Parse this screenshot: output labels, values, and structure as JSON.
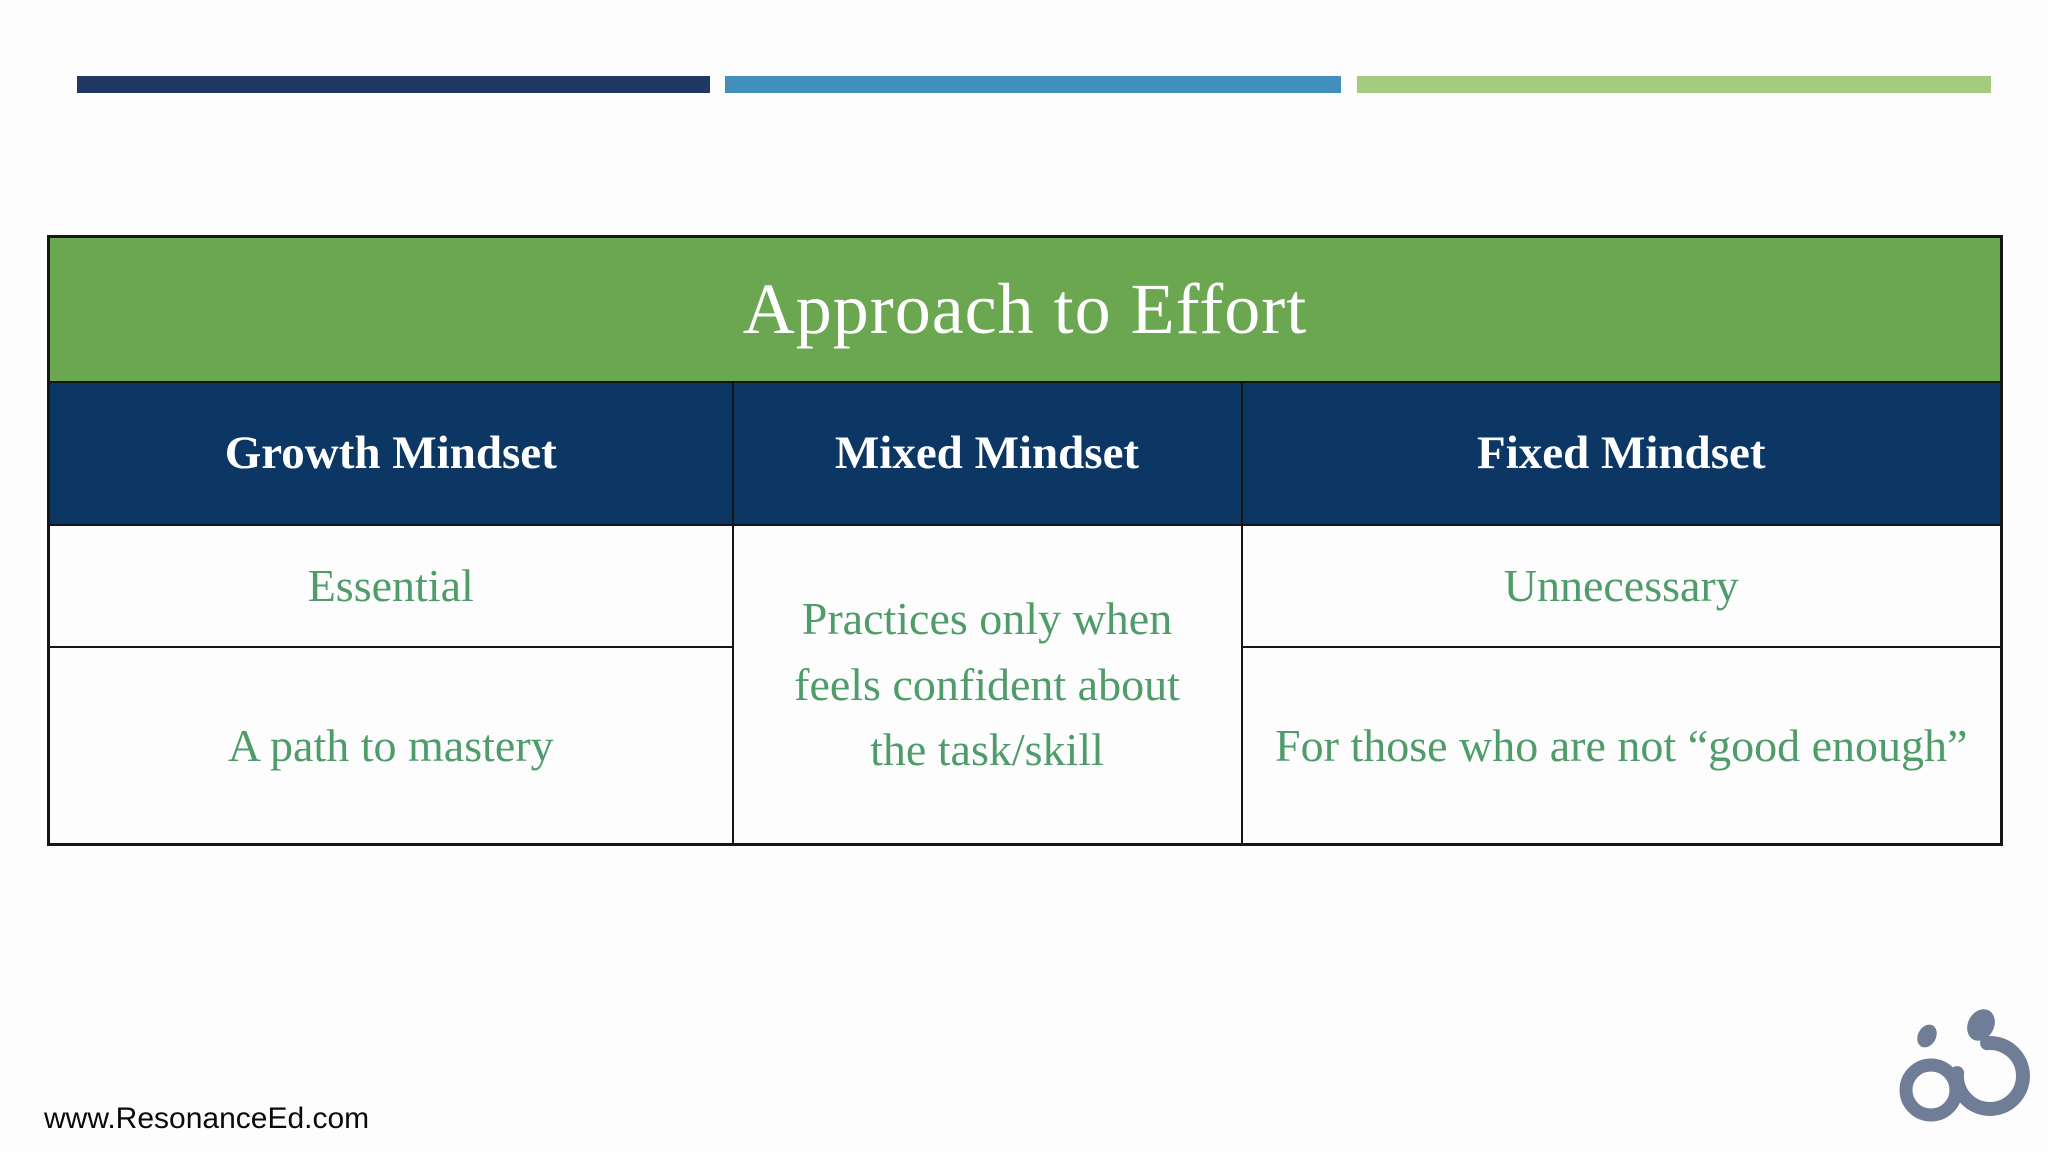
{
  "accent_bars": {
    "navy_color": "#203864",
    "blue_color": "#418FBD",
    "green_color": "#A5CB80"
  },
  "table": {
    "title": "Approach to Effort",
    "title_bg_color": "#6BA751",
    "header_bg_color": "#0C3765",
    "header_text_color": "#FFFFFF",
    "body_text_color": "#4E9C69",
    "columns": [
      {
        "label": "Growth Mindset"
      },
      {
        "label": "Mixed Mindset"
      },
      {
        "label": "Fixed Mindset"
      }
    ],
    "cells": {
      "growth_row1": "Essential",
      "growth_row2": "A path to mastery",
      "mixed_merged": "Practices only when feels confident about the task/skill",
      "fixed_row1": "Unnecessary",
      "fixed_row2": "For those who are not “good enough”"
    }
  },
  "footer": {
    "url": "www.ResonanceEd.com"
  },
  "logo": {
    "name": "resonance-ed-infinity-logo",
    "color": "#6F7D97"
  }
}
